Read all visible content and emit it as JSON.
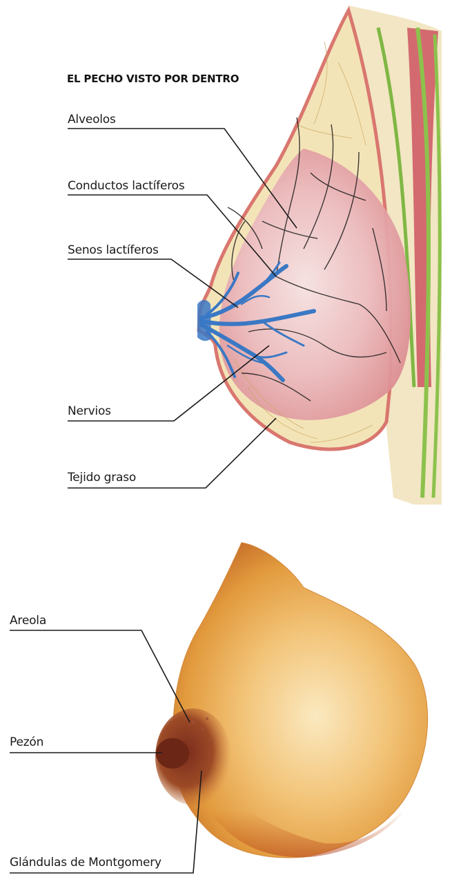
{
  "title": "EL PECHO VISTO POR DENTRO",
  "labels_upper": [
    "Alveolos",
    "Conductos lactíferos",
    "Senos lactíferos",
    "Nervios",
    "Tejido graso"
  ],
  "labels_lower": [
    "Areola",
    "Pezón",
    "Glándulas de Montgomery"
  ],
  "colors": {
    "skin_outline": "#d9776f",
    "fat_tissue": "#f3e4b8",
    "gland_tissue": "#eab4b8",
    "ducts": "#3a78c4",
    "nerves": "#1b1b1b",
    "muscle": "#c8505a",
    "muscle_green": "#7fb744",
    "skin_exterior": "#e8a24a",
    "areola": "#8a3a22"
  }
}
